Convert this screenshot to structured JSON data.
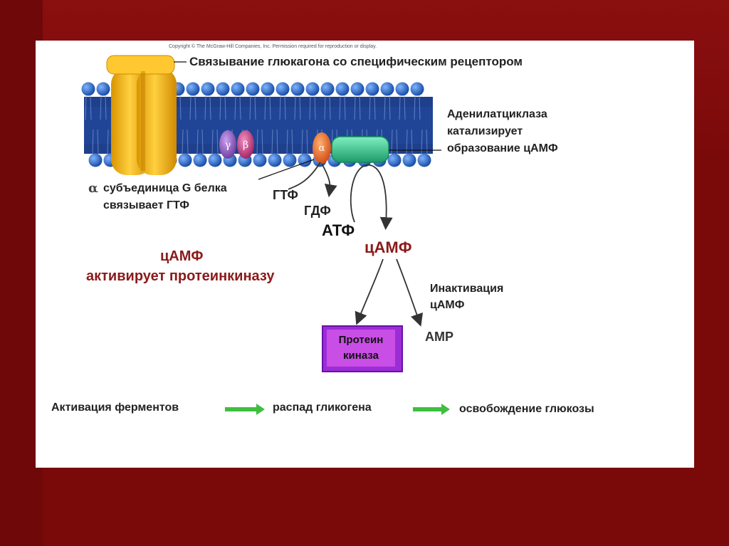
{
  "copyright": "Copyright © The McGraw-Hill Companies, Inc. Permission required for reproduction or display.",
  "labels": {
    "receptor_binding": "Связывание глюкагона со специфическим рецептором",
    "adenylate_line1": "Аденилатциклаза",
    "adenylate_line2": "катализирует",
    "adenylate_line3": "образование цАМФ",
    "alpha_line1": "субъединица G белка",
    "alpha_line2": "связывает ГТФ",
    "alpha_symbol": "α",
    "gtp": "ГТФ",
    "gdp": "ГДФ",
    "atp": "АТФ",
    "camp": "цАМФ",
    "camp_activates_line1": "цАМФ",
    "camp_activates_line2": "активирует протеинкиназу",
    "inactivation_line1": "Инактивация",
    "inactivation_line2": "цАМФ",
    "amp": "AMP",
    "kinase_line1": "Протеин",
    "kinase_line2": "киназа"
  },
  "subunits": {
    "gamma": "γ",
    "beta": "β",
    "alpha": "α"
  },
  "pathway": {
    "step1": "Активация ферментов",
    "step2": "распад гликогена",
    "step3": "освобождение глюкозы"
  },
  "colors": {
    "background": "#7a0a0a",
    "membrane_head": "#1f5fb8",
    "receptor": "#f0b020",
    "adenylate": "#2fc08a",
    "alpha": "#f06a20",
    "gamma": "#8a5ab8",
    "beta": "#c0407a",
    "kinase": "#9b2dd6",
    "accent_red": "#8b1a1a",
    "arrow_green": "#3fbf3f"
  }
}
